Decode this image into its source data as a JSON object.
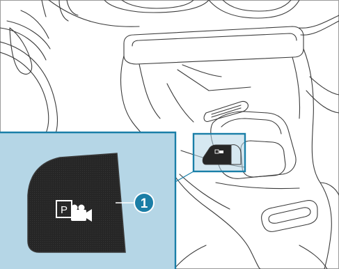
{
  "figure": {
    "subject": "center-console-parking-camera-button",
    "callouts": [
      {
        "number": "1",
        "target": "parking-camera-button"
      }
    ],
    "button_glyph": {
      "letter": "P",
      "icon": "camera-icon"
    },
    "colors": {
      "inset_background": "#b5d6e6",
      "highlight_frame": "#1a7fa8",
      "callout_fill": "#1b7ea6",
      "button_face": "#262626",
      "line_art": "#3a3a3a",
      "glyph": "#ffffff"
    }
  }
}
